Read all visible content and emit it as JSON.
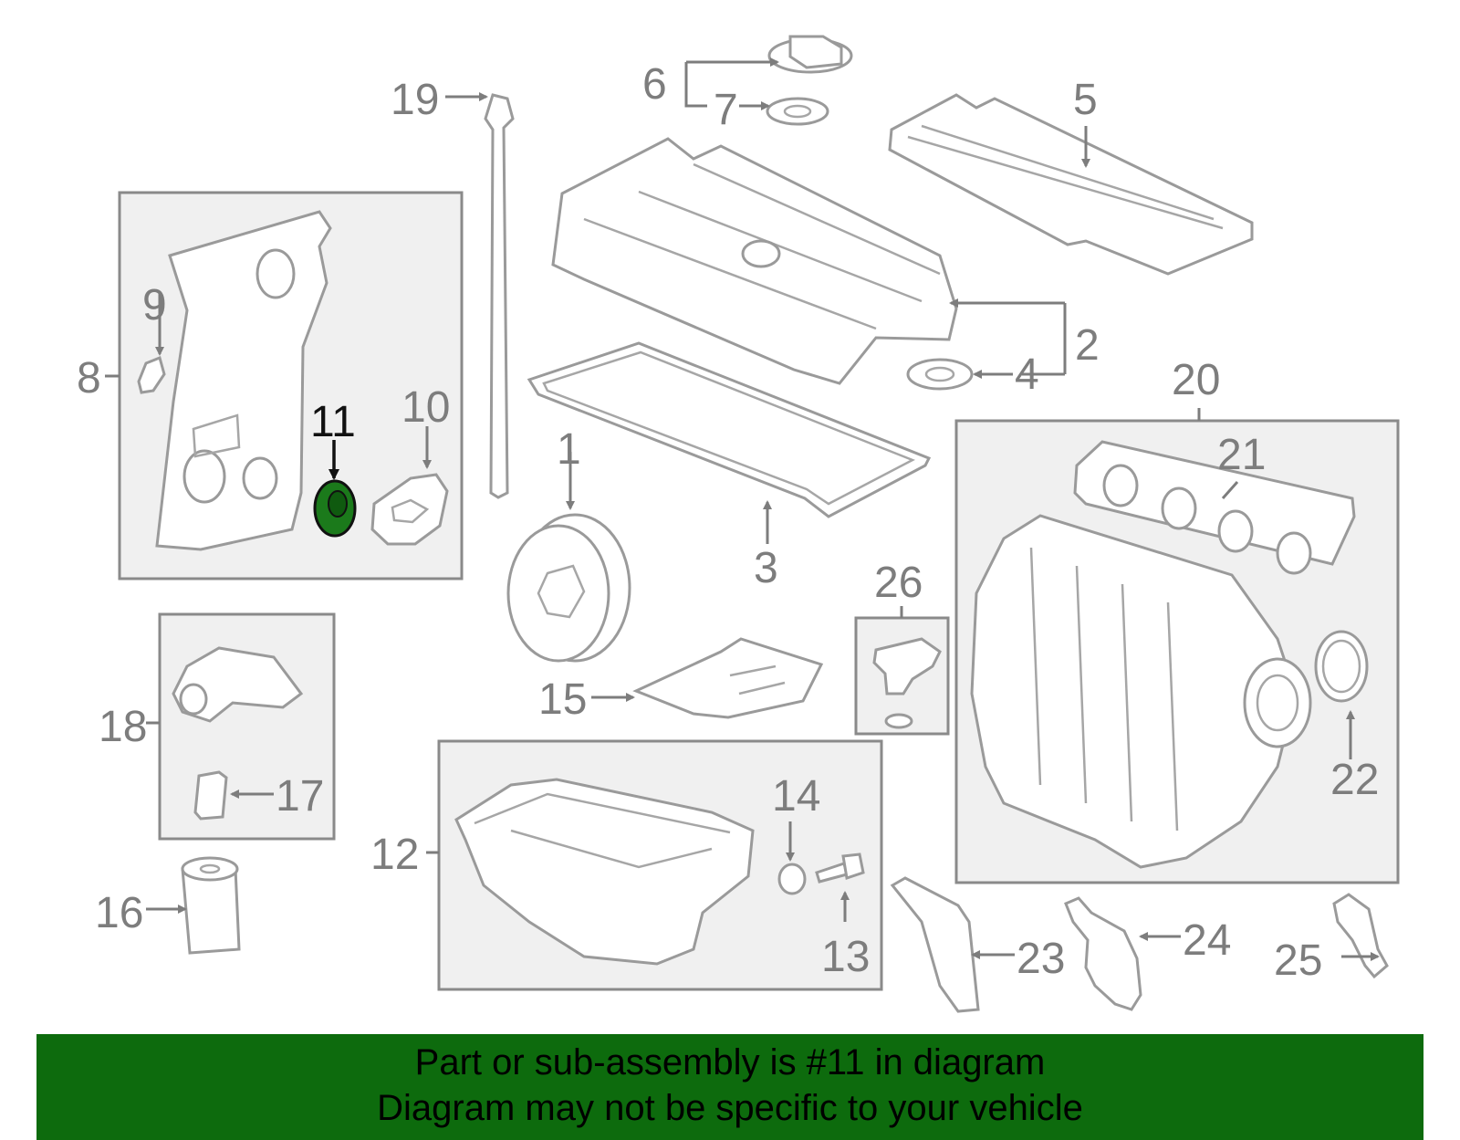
{
  "diagram": {
    "highlight_part": "11",
    "highlight_color": "#1b7a1b",
    "banner_color": "#0d6b0d",
    "callouts": [
      "1",
      "2",
      "3",
      "4",
      "5",
      "6",
      "7",
      "8",
      "9",
      "10",
      "11",
      "12",
      "13",
      "14",
      "15",
      "16",
      "17",
      "18",
      "19",
      "20",
      "21",
      "22",
      "23",
      "24",
      "25",
      "26"
    ]
  },
  "banner": {
    "line1": "Part or sub-assembly is #11 in diagram",
    "line2": "Diagram may not be specific to your vehicle"
  }
}
